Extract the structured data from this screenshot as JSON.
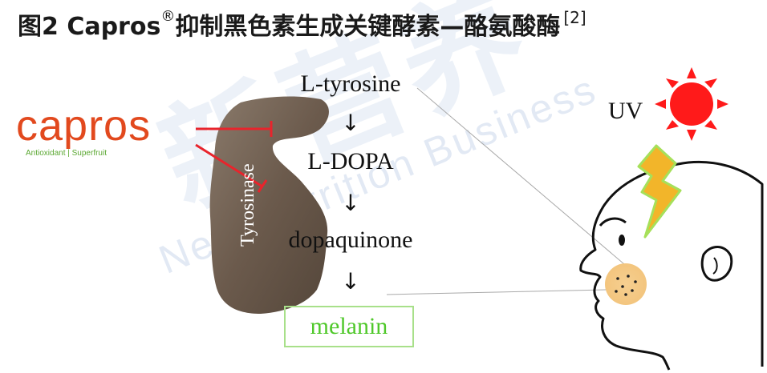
{
  "title": {
    "main": "图2 Capros",
    "reg": "®",
    "rest": "抑制黑色素生成关键酵素—酪氨酸酶",
    "cite": "[2]"
  },
  "logo": {
    "word": "capros",
    "tagline": "Antioxidant | Superfruit",
    "brand_color": "#e2491e",
    "leaf_color": "#5ba832"
  },
  "pathway": {
    "steps": [
      "L-tyrosine",
      "L-DOPA",
      "dopaquinone"
    ],
    "product": "melanin",
    "arrow_glyph": "↓"
  },
  "enzyme": {
    "label": "Tyrosinase",
    "color": "#6b5a4c"
  },
  "uv": {
    "label": "UV",
    "sun_color": "#ff1a1a",
    "lightning_color": "#f2b52a"
  },
  "inhibition_color": "#e8242c",
  "watermark": {
    "cn": "新营养",
    "en": "New Nutrition Business",
    "reg": "®"
  }
}
